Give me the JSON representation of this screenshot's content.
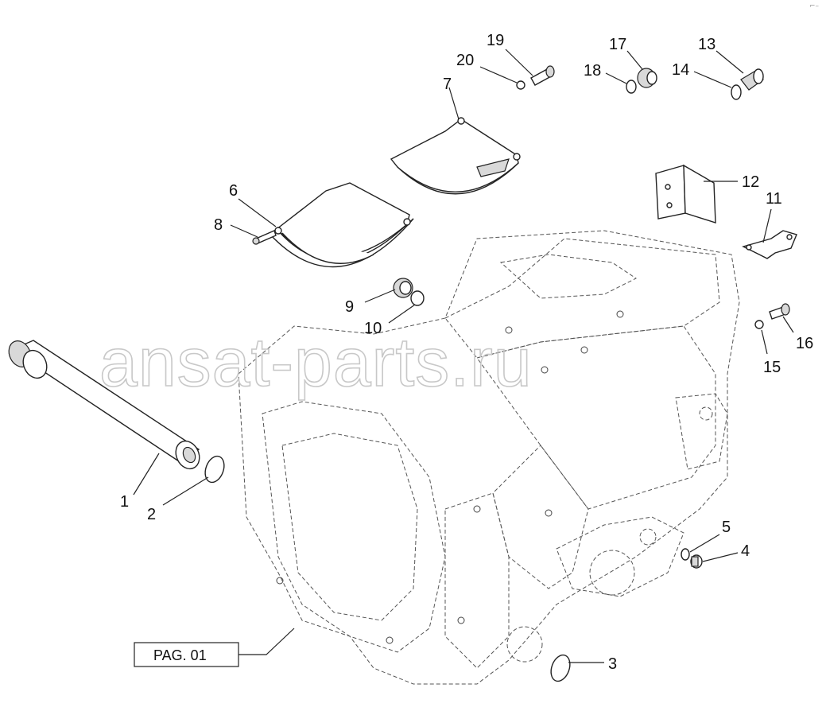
{
  "callouts": {
    "n1": "1",
    "n2": "2",
    "n3": "3",
    "n4": "4",
    "n5": "5",
    "n6": "6",
    "n7": "7",
    "n8": "8",
    "n9": "9",
    "n10": "10",
    "n11": "11",
    "n12": "12",
    "n13": "13",
    "n14": "14",
    "n15": "15",
    "n16": "16",
    "n17": "17",
    "n18": "18",
    "n19": "19",
    "n20": "20"
  },
  "reference_box": {
    "label": "PAG. 01"
  },
  "watermark": {
    "text": "ansat-parts.ru"
  }
}
